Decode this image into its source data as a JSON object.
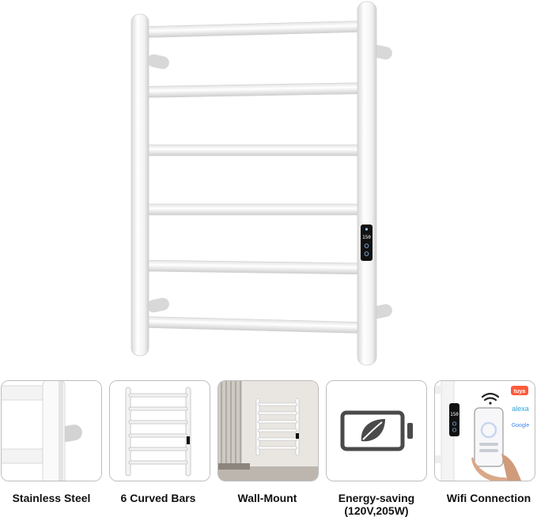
{
  "product": {
    "panel": {
      "display_text": "150"
    }
  },
  "features": [
    {
      "label": "Stainless Steel",
      "icon": "close-up-bar-image"
    },
    {
      "label": "6 Curved Bars",
      "icon": "rack-front-image"
    },
    {
      "label": "Wall-Mount",
      "icon": "room-scene-image"
    },
    {
      "label": "Energy-saving\n(120V,205W)",
      "icon": "leaf-battery-icon"
    },
    {
      "label": "Wifi Connection",
      "icon": "phone-app-image"
    }
  ],
  "wifi": {
    "brands": [
      "tuya",
      "alexa",
      "Google"
    ],
    "phone_value": "150"
  },
  "colors": {
    "rack": "#f6f6f6",
    "rack_shade": "#dcdcdc",
    "battery": "#4a4a4a",
    "panel": "#111111"
  }
}
